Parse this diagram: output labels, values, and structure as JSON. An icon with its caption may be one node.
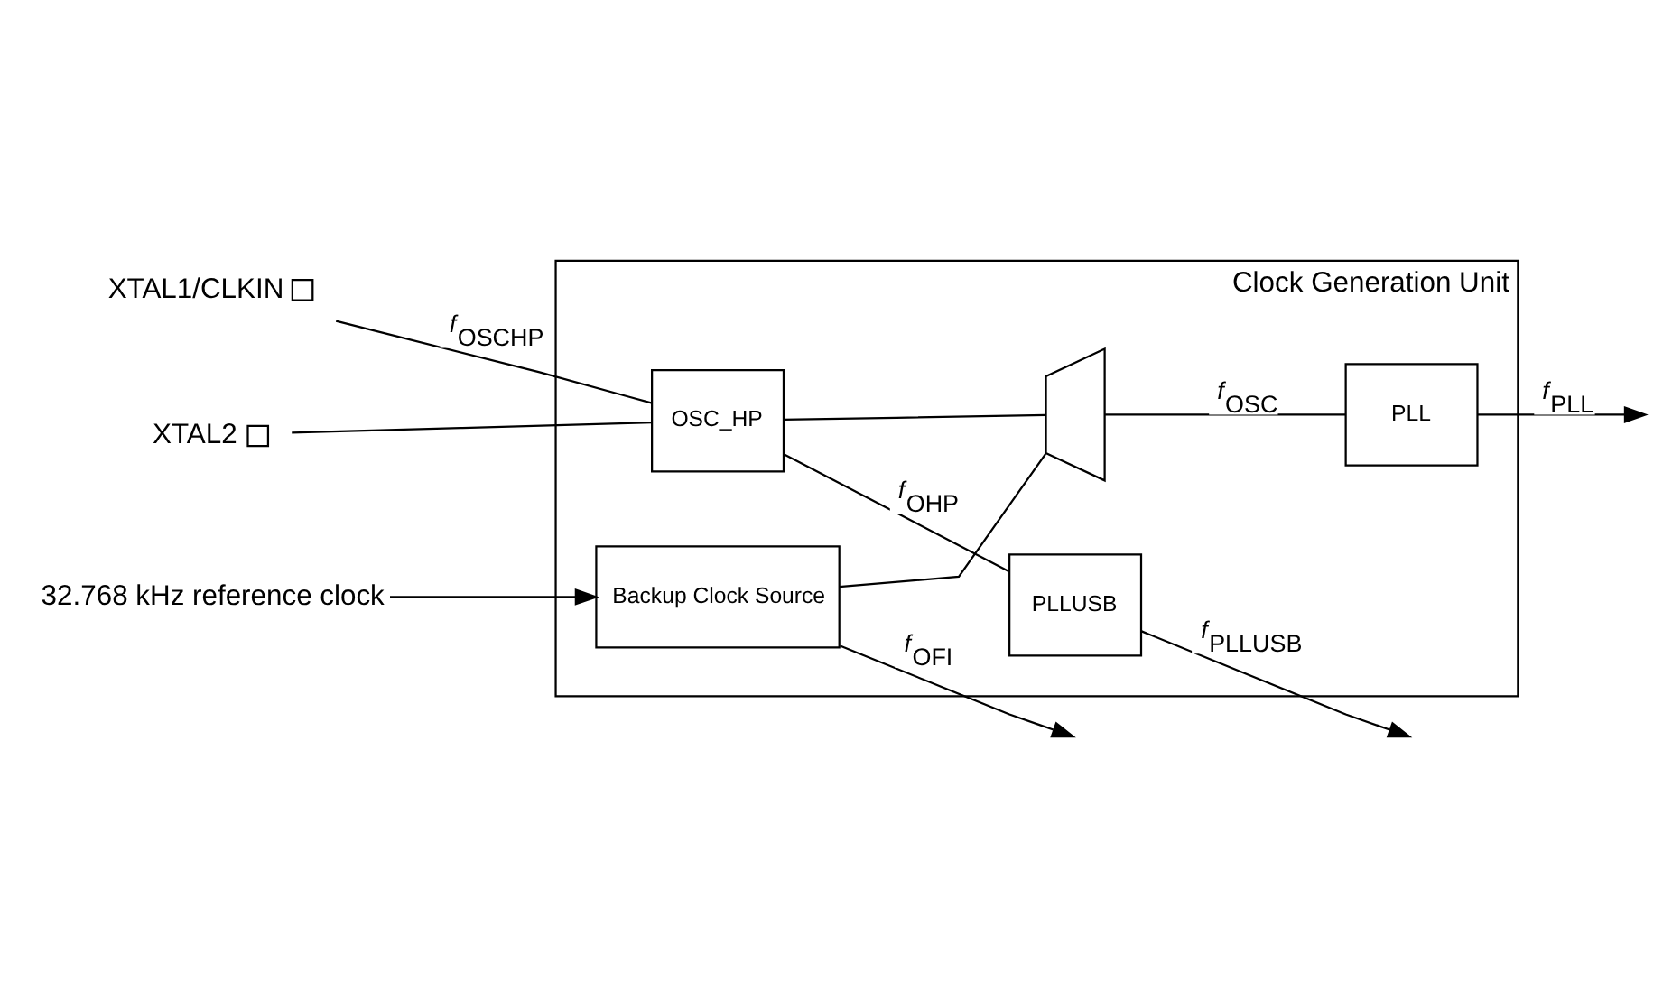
{
  "diagram": {
    "nodes": [
      {
        "text": [
          "Clock Generation Unit"
        ]
      },
      {
        "text": [
          "XTAL1/CLKIN"
        ]
      },
      {
        "text": [
          "XTAL2"
        ]
      },
      {
        "text": [
          "OSC_HP"
        ],
        "in": 0
      },
      {
        "text": [
          "PLLUSB"
        ],
        "in": 0
      },
      {
        "text": [],
        "shape": "trapezoid",
        "in": 0
      },
      {
        "text": [
          "PLL"
        ],
        "in": 0
      },
      {
        "text": [
          "32.768 kHz reference clock"
        ]
      },
      {
        "text": [
          "Backup Clock Source"
        ],
        "in": 0
      }
    ],
    "edges": [
      {
        "from": 1,
        "to": 3,
        "arrow": "none",
        "label": "*f*$_{OSCHP}$"
      },
      {
        "from": 2,
        "to": 3,
        "arrow": "none"
      },
      {
        "from": 3,
        "to": 4,
        "arrow": "none",
        "label": "*f*$_{OHP}$"
      },
      {
        "from": 3,
        "to": 5,
        "arrow": "none"
      },
      {
        "from": 4,
        "to": null,
        "arrow": "to",
        "label": "*f*$_{PLLUSB}$"
      },
      {
        "from": 5,
        "to": 6,
        "arrow": "none",
        "label": "*f*$_{OSC}$"
      },
      {
        "from": 6,
        "to": null,
        "arrow": "to",
        "label": "*f*$_{PLL}$"
      },
      {
        "from": 7,
        "to": 8,
        "arrow": "to"
      },
      {
        "from": 8,
        "to": 5,
        "arrow": "none"
      },
      {
        "from": 8,
        "to": null,
        "arrow": "to",
        "label": "*f*$_{OFI}$"
      }
    ]
  }
}
